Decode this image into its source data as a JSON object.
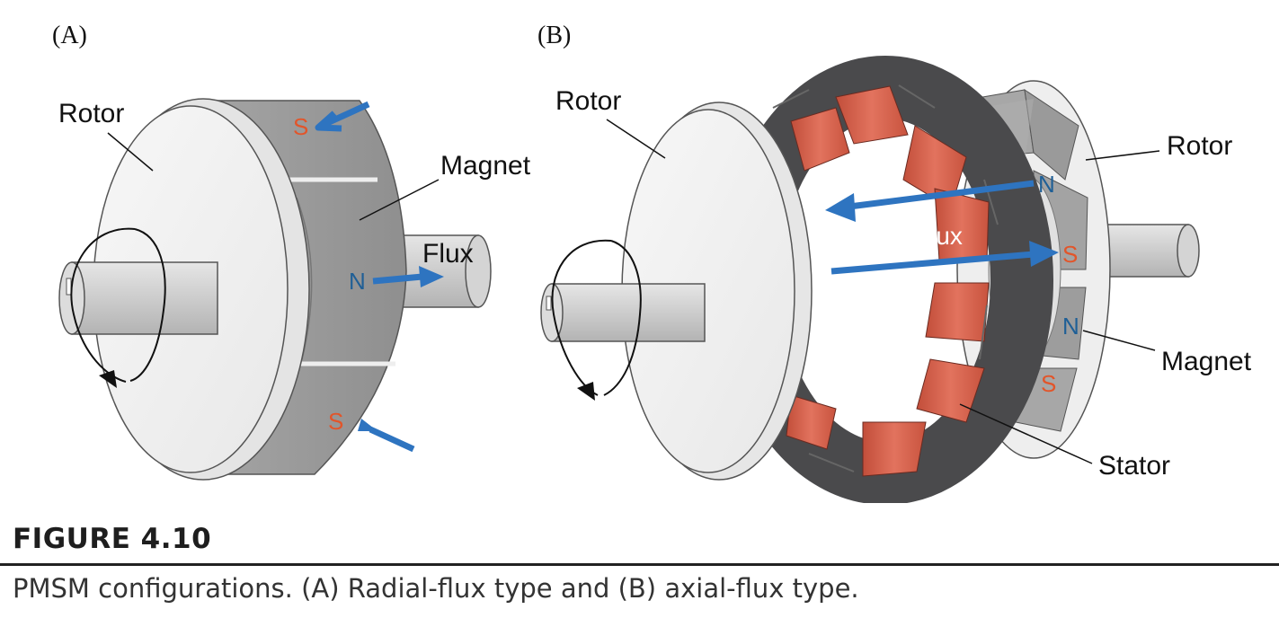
{
  "figure": {
    "number": "FIGURE 4.10",
    "caption": "PMSM configurations. (A) Radial-flux type and (B) axial-flux type."
  },
  "panel_a": {
    "letter": "(A)",
    "rotor_label": "Rotor",
    "magnet_label": "Magnet",
    "flux_label": "Flux",
    "poles": [
      "S",
      "N",
      "S"
    ]
  },
  "panel_b": {
    "letter": "(B)",
    "rotor_left_label": "Rotor",
    "rotor_right_label": "Rotor",
    "magnet_label": "Magnet",
    "stator_label": "Stator",
    "flux_label": "Flux",
    "poles": [
      "N",
      "S",
      "N",
      "S"
    ]
  },
  "colors": {
    "flux_arrow": "#2e74c0",
    "coil": "#d9604a",
    "stator_core": "#4a4a4c",
    "magnet": "#9a9a9a",
    "rotor_face": "#f2f2f2",
    "south_pole_text": "#e2552a",
    "north_pole_text": "#1f5f96"
  }
}
